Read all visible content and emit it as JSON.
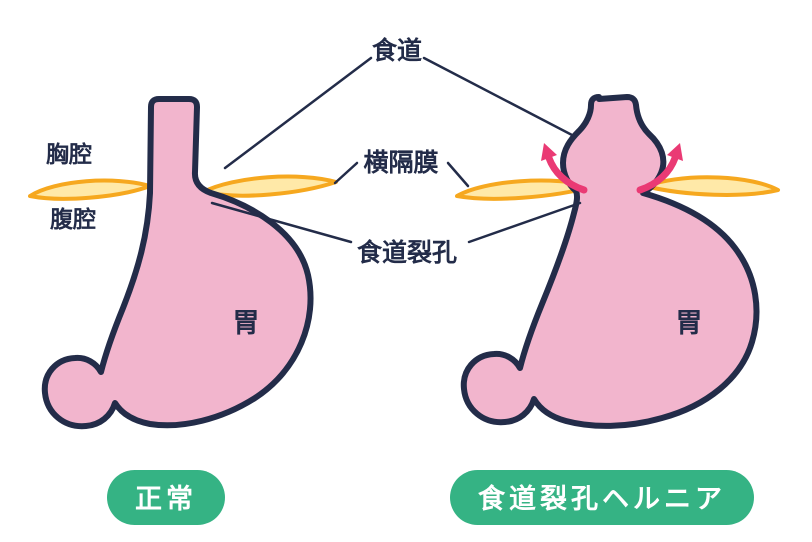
{
  "colors": {
    "stomach_fill": "#f2b5cd",
    "outline": "#232c49",
    "diaphragm_fill": "#ffe9a8",
    "diaphragm_stroke": "#f6a81f",
    "arrow": "#ea3a74",
    "badge_bg": "#35b384",
    "badge_text": "#ffffff",
    "label_text": "#232c49"
  },
  "labels": {
    "esophagus": "食道",
    "diaphragm": "横隔膜",
    "hiatus": "食道裂孔",
    "thoracic_cavity": "胸腔",
    "abdominal_cavity": "腹腔",
    "stomach": "胃"
  },
  "captions": {
    "left": "正常",
    "right": "食道裂孔ヘルニア"
  }
}
